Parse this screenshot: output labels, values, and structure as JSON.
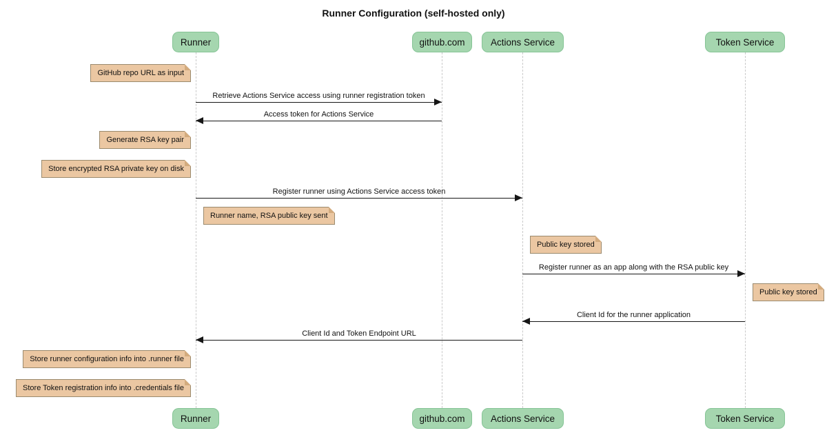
{
  "title": "Runner Configuration (self-hosted only)",
  "colors": {
    "background": "#ffffff",
    "participant_fill": "#a5d6af",
    "participant_border": "#85c495",
    "note_fill": "#ebc7a2",
    "note_border": "#9a8a6e",
    "lifeline": "#c9c9c9",
    "arrow": "#161616"
  },
  "participants": [
    {
      "label": "Runner"
    },
    {
      "label": "github.com"
    },
    {
      "label": "Actions Service"
    },
    {
      "label": "Token Service"
    }
  ],
  "notes": [
    {
      "text": "GitHub repo URL as input",
      "attached_to": "Runner",
      "side": "left"
    },
    {
      "text": "Generate RSA key pair",
      "attached_to": "Runner",
      "side": "left"
    },
    {
      "text": "Store encrypted RSA private key on disk",
      "attached_to": "Runner",
      "side": "left"
    },
    {
      "text": "Runner name, RSA public key sent",
      "attached_to": "Runner",
      "side": "right"
    },
    {
      "text": "Public key stored",
      "attached_to": "Actions Service",
      "side": "right"
    },
    {
      "text": "Public key stored",
      "attached_to": "Token Service",
      "side": "right"
    },
    {
      "text": "Store runner configuration info into .runner file",
      "attached_to": "Runner",
      "side": "left"
    },
    {
      "text": "Store Token registration info into .credentials file",
      "attached_to": "Runner",
      "side": "left"
    }
  ],
  "messages": [
    {
      "text": "Retrieve Actions Service access using runner registration token",
      "from": "Runner",
      "to": "github.com"
    },
    {
      "text": "Access token for Actions Service",
      "from": "github.com",
      "to": "Runner"
    },
    {
      "text": "Register runner using Actions Service access token",
      "from": "Runner",
      "to": "Actions Service"
    },
    {
      "text": "Register runner as an app along with the RSA public key",
      "from": "Actions Service",
      "to": "Token Service"
    },
    {
      "text": "Client Id for the runner application",
      "from": "Token Service",
      "to": "Actions Service"
    },
    {
      "text": "Client Id and Token Endpoint URL",
      "from": "Actions Service",
      "to": "Runner"
    }
  ]
}
